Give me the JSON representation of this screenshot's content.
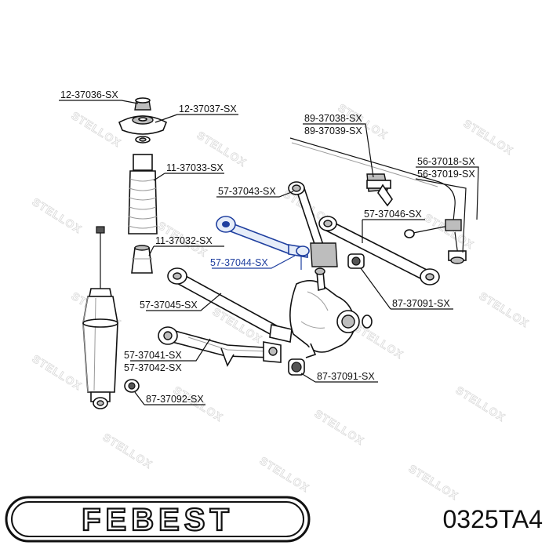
{
  "watermark": "STELLOX",
  "parts": [
    {
      "id": "p1",
      "label": "12-37036-SX"
    },
    {
      "id": "p2",
      "label": "12-37037-SX"
    },
    {
      "id": "p3",
      "label": "11-37033-SX"
    },
    {
      "id": "p4",
      "label": "11-37032-SX"
    },
    {
      "id": "p5",
      "label": "57-37043-SX"
    },
    {
      "id": "p6",
      "label": "57-37044-SX",
      "highlight": true
    },
    {
      "id": "p7",
      "label": "57-37045-SX"
    },
    {
      "id": "p8",
      "label": "57-37041-SX"
    },
    {
      "id": "p9",
      "label": "57-37042-SX"
    },
    {
      "id": "p10",
      "label": "87-37092-SX"
    },
    {
      "id": "p11",
      "label": "89-37038-SX"
    },
    {
      "id": "p12",
      "label": "89-37039-SX"
    },
    {
      "id": "p13",
      "label": "56-37018-SX"
    },
    {
      "id": "p14",
      "label": "56-37019-SX"
    },
    {
      "id": "p15",
      "label": "57-37046-SX"
    },
    {
      "id": "p16",
      "label": "87-37091-SX"
    },
    {
      "id": "p17",
      "label": "87-37091-SX"
    }
  ],
  "brand": "FEBEST",
  "part_number": "0325TA4",
  "colors": {
    "ink": "#111111",
    "highlight": "#1f3f9f",
    "watermark": "#d9d9d9"
  }
}
